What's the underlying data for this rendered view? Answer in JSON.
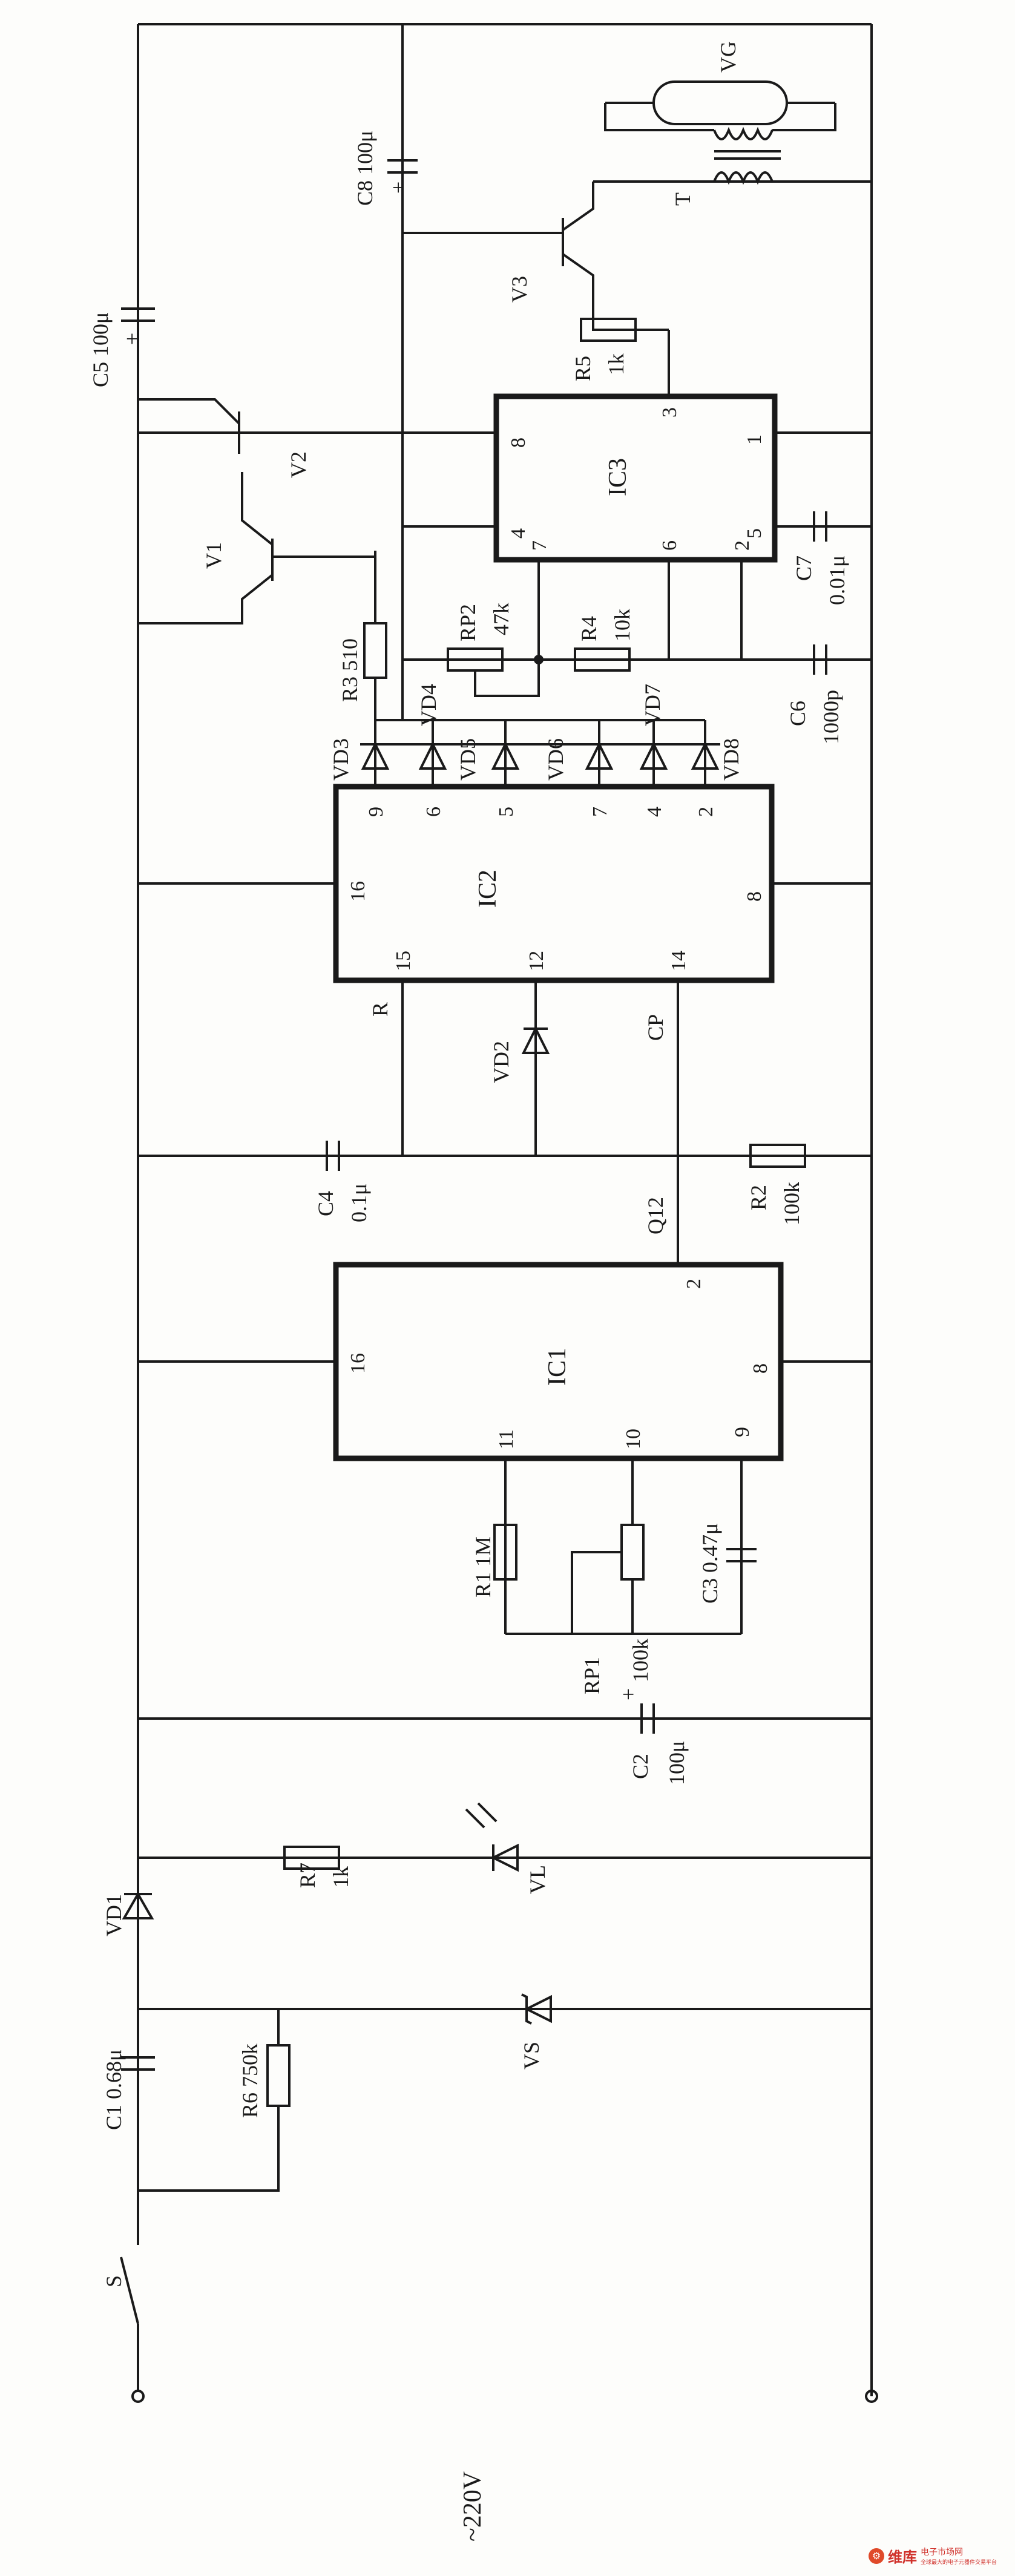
{
  "supply": {
    "source": "~220V",
    "switch": "S"
  },
  "chips": {
    "ic1": "IC1",
    "ic2": "IC2",
    "ic3": "IC3"
  },
  "ic1_pins": {
    "p16": "16",
    "p11": "11",
    "p10": "10",
    "p9": "9",
    "p2": "2",
    "p8": "8",
    "q12": "Q12"
  },
  "ic2_pins": {
    "p16": "16",
    "p9": "9",
    "p6": "6",
    "p5": "5",
    "p7": "7",
    "p4": "4",
    "p2": "2",
    "p15": "15",
    "p12": "12",
    "p14": "14",
    "p8": "8",
    "r": "R",
    "cp": "CP"
  },
  "ic3_pins": {
    "p8": "8",
    "p4": "4",
    "p7": "7",
    "p6": "6",
    "p2": "2",
    "p3": "3",
    "p1": "1",
    "p5": "5"
  },
  "components": {
    "c1": "C1 0.68μ",
    "r6": "R6 750k",
    "vd1": "VD1",
    "vs": "VS",
    "r7": "R7",
    "r7_val": "1k",
    "vl": "VL",
    "c2": "C2",
    "c2_val": "100μ",
    "rp1": "RP1",
    "rp1_val": "100k",
    "r1": "R1 1M",
    "c3": "C3 0.47μ",
    "c4": "C4",
    "c4_val": "0.1μ",
    "r2": "R2",
    "r2_val": "100k",
    "vd2": "VD2",
    "vd3": "VD3",
    "vd4": "VD4",
    "vd5": "VD5",
    "vd6": "VD6",
    "vd7": "VD7",
    "vd8": "VD8",
    "r3": "R3 510",
    "rp2": "RP2",
    "rp2_val": "47k",
    "r4": "R4",
    "r4_val": "10k",
    "c6": "C6",
    "c6_val": "1000p",
    "c7": "C7",
    "c7_val": "0.01μ",
    "v1": "V1",
    "v2": "V2",
    "v3": "V3",
    "r5": "R5",
    "r5_val": "1k",
    "c5": "C5 100μ",
    "c8": "C8 100μ",
    "t": "T",
    "vg": "VG",
    "plus": "+"
  },
  "watermark": {
    "brand": "维库",
    "site": "电子市场网",
    "sub": "全球最大的电子元器件交易平台"
  }
}
